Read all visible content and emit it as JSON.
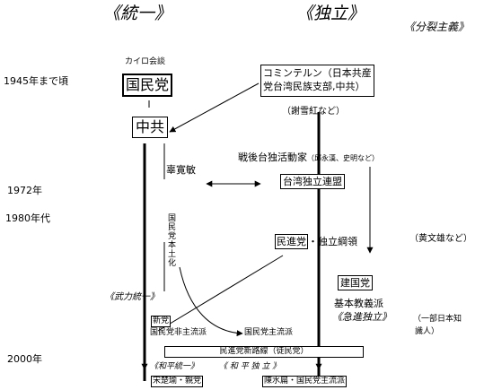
{
  "headers": {
    "unification": "《統一》",
    "independence": "《独立》",
    "separatism": "《分裂主義》"
  },
  "timeline": {
    "y1945": "1945年まで頃",
    "y1972": "1972年",
    "y1980": "1980年代",
    "y2000": "2000年"
  },
  "left": {
    "cairo": "カイロ会談",
    "kmt": "国民党",
    "ccp": "中共",
    "gujiamin": "辜寛敏",
    "localization": [
      "国",
      "民",
      "党",
      "本",
      "土",
      "化"
    ],
    "armed": "《武力統一》",
    "new_party": "新党",
    "kmt_nonmain": "国民党非主流派",
    "peaceful": "《和平統一》",
    "song": "宋楚瑜・親党"
  },
  "right": {
    "comintern_1": "コミンテルン（日本共産",
    "comintern_2": "党台湾民族支部,中共）",
    "xie": "（謝雪紅など）",
    "postwar": "戦後台独活動家",
    "postwar_note": "（邱永漢、史明など）",
    "league": "台湾独立連盟",
    "dpp": "民進党",
    "dpp_suffix": "・独立綱領",
    "huang": "（黄文雄など）",
    "tap": "建国党",
    "fundamentalist": "基本教義派",
    "radical": "《急進独立》",
    "japan_1": "（一部日本知",
    "japan_2": "識人）",
    "kmt_main": "国民党主流派",
    "dpp_line": "民進党新路線（徒民党）",
    "peace_indep": "《 和 平 独 立 》",
    "chen": "陳水扁・国民党主流派"
  }
}
